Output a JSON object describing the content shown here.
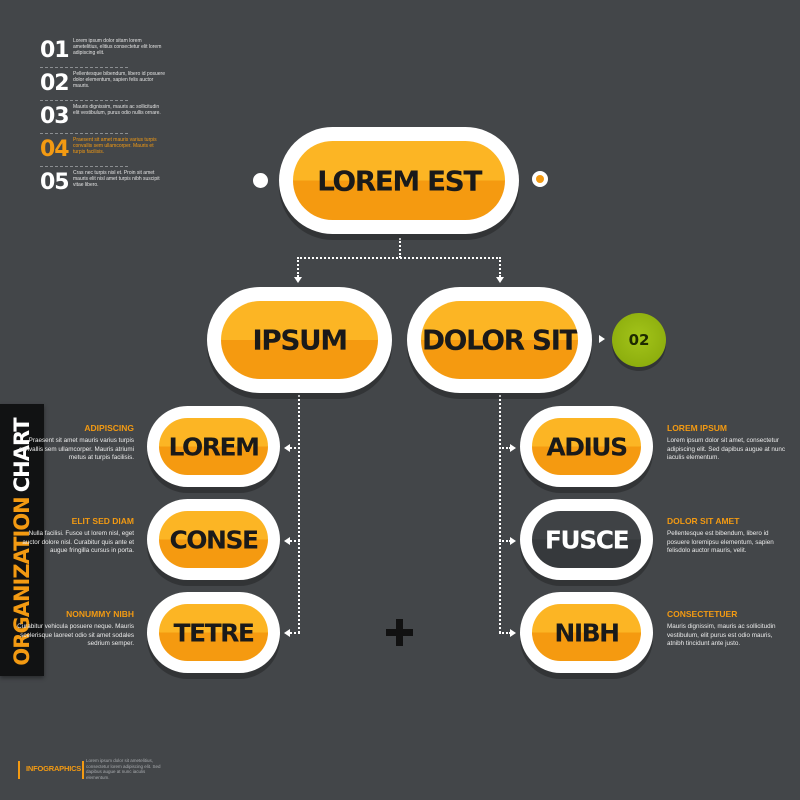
{
  "legend": [
    {
      "num": "01",
      "text": "Lorem ipsum dolor sitam lorem ametelitius, elitius consectetur elit lorem adipiscing elit.",
      "color": "#ffffff"
    },
    {
      "num": "02",
      "text": "Pellentesque bibendum, libero id posuere dolor elementum, sapien felis auctor mauris.",
      "color": "#ffffff"
    },
    {
      "num": "03",
      "text": "Mauris dignissim, mauris ac sollicitudin elit vestibulum, purus odio nullis ornare.",
      "color": "#ffffff"
    },
    {
      "num": "04",
      "text": "Praesent sit amet mauris varius turpis convallis sem ullamcorper. Mauris et turpis facilisis.",
      "color": "#f39a12"
    },
    {
      "num": "05",
      "text": "Cras nec turpis nisl et. Proin sit amet mauris elit nisl amet turpis nibh suscipit vitae libero.",
      "color": "#ffffff"
    }
  ],
  "sidebar": {
    "title_part1": "ORGANIZATION",
    "title_part2": "CHART"
  },
  "nodes": {
    "root": "LOREM EST",
    "level1_left": "IPSUM",
    "level1_right": "DOLOR SIT",
    "left_children": [
      "LOREM",
      "CONSE",
      "TETRE"
    ],
    "right_children": [
      "ADIUS",
      "FUSCE",
      "NIBH"
    ]
  },
  "badge": "02",
  "left_desc": [
    {
      "title": "ADIPISCING",
      "body": "Praesent sit amet mauris varius turpis convallis sem ullamcorper. Mauris atriumi metus at turpis facilisis."
    },
    {
      "title": "ELIT SED DIAM",
      "body": "Nulla facilisi. Fusce ut lorem nisl, eget auctor dolore nisl. Curabitur quis ante et augue fringilla cursus in porta."
    },
    {
      "title": "NONUMMY NIBH",
      "body": "Curabitur vehicula posuere neque. Mauris scelerisque laoreet odio sit amet sodales sedrium semper."
    }
  ],
  "right_desc": [
    {
      "title": "LOREM IPSUM",
      "body": "Lorem ipsum dolor sit amet, consectetur adipiscing elit. Sed dapibus augue at nunc iaculis elementum."
    },
    {
      "title": "DOLOR SIT AMET",
      "body": "Pellentesque est bibendum, libero id posuere loremipsu elementum, sapien felisdolo auctor mauris, velit."
    },
    {
      "title": "CONSECTETUER",
      "body": "Mauris dignissim, mauris ac sollicitudin vestibulum, elit purus est odio mauris, atnibh tincidunt ante justo."
    }
  ],
  "footer": {
    "label": "INFOGRAPHICS",
    "text": "Lorem ipsum dolor sit ametelitius, consectetur lorem adipiscing elit. Sed dapibus augue at nunc iaculis elementum."
  },
  "colors": {
    "background": "#434649",
    "accent": "#f39a12",
    "pill_top": "#fcb524",
    "pill_bottom": "#f59a10",
    "badge": "#8eaf0e"
  }
}
